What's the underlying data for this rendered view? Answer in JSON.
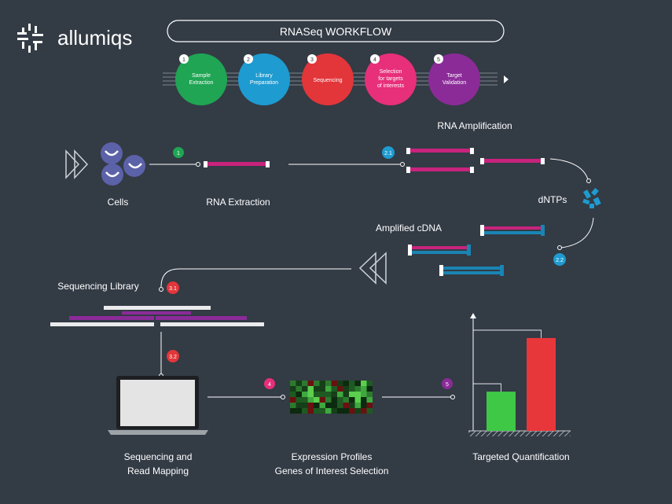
{
  "brand": {
    "name": "allumiqs"
  },
  "header": {
    "title": "RNASeq WORKFLOW"
  },
  "workflow_steps": [
    {
      "num": "1",
      "line1": "Sample",
      "line2": "Extraction",
      "line3": "",
      "color": "#1fa554"
    },
    {
      "num": "2",
      "line1": "Library",
      "line2": "Preparation",
      "line3": "",
      "color": "#1e9bd0"
    },
    {
      "num": "3",
      "line1": "Sequencing",
      "line2": "",
      "line3": "",
      "color": "#e2363a"
    },
    {
      "num": "4",
      "line1": "Selection",
      "line2": "for targets",
      "line3": "of interests",
      "color": "#e72f7a"
    },
    {
      "num": "5",
      "line1": "Target",
      "line2": "Validation",
      "line3": "",
      "color": "#8b2b98"
    }
  ],
  "labels": {
    "cells": "Cells",
    "rna_extraction": "RNA Extraction",
    "rna_amplification": "RNA Amplification",
    "dntps": "dNTPs",
    "amplified_cdna": "Amplified cDNA",
    "sequencing_library": "Sequencing Library",
    "seq_mapping_1": "Sequencing and",
    "seq_mapping_2": "Read Mapping",
    "expr_1": "Expression Profiles",
    "expr_2": "Genes of Interest Selection",
    "targeted_quant": "Targeted Quantification"
  },
  "badges": {
    "b1": "1",
    "b21": "2.1",
    "b22": "2.2",
    "b31": "3.1",
    "b32": "3.2",
    "b4": "4",
    "b5": "5"
  },
  "colors": {
    "background": "#333b45",
    "magenta": "#c8237c",
    "blue": "#1a84b4",
    "green": "#1fa554",
    "cyan": "#1e9bd0",
    "red": "#e2363a",
    "pink": "#e72f7a",
    "purple": "#8b2b98",
    "bar_green": "#3ec846",
    "bar_red": "#e8373b"
  },
  "chart_data": {
    "type": "bar",
    "categories": [
      "",
      ""
    ],
    "values": [
      52,
      123
    ],
    "ylim": [
      0,
      150
    ],
    "colors": [
      "#3ec846",
      "#e8373b"
    ]
  }
}
